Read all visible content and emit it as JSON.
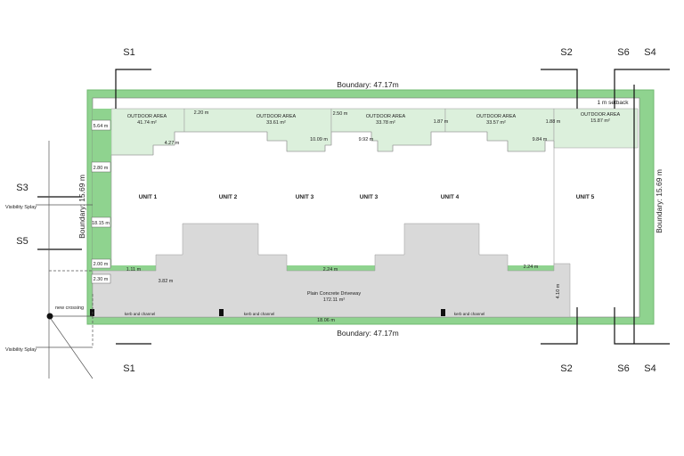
{
  "boundary_top": "Boundary: 47.17m",
  "boundary_bottom": "Boundary: 47.17m",
  "boundary_left": "Boundary: 15.69 m",
  "boundary_right": "Boundary: 15.69 m",
  "setback": "1 m setback",
  "sections": {
    "s1_top": "S1",
    "s1_bottom": "S1",
    "s2_top": "S2",
    "s2_bottom": "S2",
    "s3": "S3",
    "s4_top": "S4",
    "s4_bottom": "S4",
    "s5": "S5",
    "s6_top": "S6",
    "s6_bottom": "S6"
  },
  "outdoor": [
    {
      "name": "OUTDOOR AREA",
      "area": "41.74 m²"
    },
    {
      "name": "OUTDOOR AREA",
      "area": "33.61 m²"
    },
    {
      "name": "OUTDOOR AREA",
      "area": "33.78 m²"
    },
    {
      "name": "OUTDOOR AREA",
      "area": "33.57 m²"
    },
    {
      "name": "OUTDOOR AREA",
      "area": "15.87 m²"
    }
  ],
  "units": [
    "UNIT 1",
    "UNIT 2",
    "UNIT 3",
    "UNIT 3",
    "UNIT 4",
    "UNIT 5"
  ],
  "driveway": {
    "name": "Plain Concrete Driveway",
    "area": "172.11 m²"
  },
  "kerb": [
    "kerb and channel",
    "kerb and channel",
    "kerb and channel"
  ],
  "new_crossing": "new crossing",
  "visibility_splay_1": "Visibility Splay",
  "visibility_splay_2": "Visibility Splay",
  "dims": {
    "d_564": "5.64 m",
    "d_220": "2.20 m",
    "d_250": "2.50 m",
    "d_187": "1.87 m",
    "d_188": "1.88 m",
    "d_427": "4.27 m",
    "d_1009": "10.09 m",
    "d_992": "9.92 m",
    "d_984": "9.84 m",
    "d_280": "2.80 m",
    "d_1815": "18.15 m",
    "d_200": "2.00 m",
    "d_111": "1.11 m",
    "d_230": "2.30 m",
    "d_382": "3.82 m",
    "d_224a": "2.24 m",
    "d_224b": "2.24 m",
    "d_410": "4.10 m",
    "d_1806": "18.06 m"
  },
  "colors": {
    "green": "#8fd38f",
    "green_light": "#dcf0dc",
    "grey": "#d9d9d9"
  }
}
